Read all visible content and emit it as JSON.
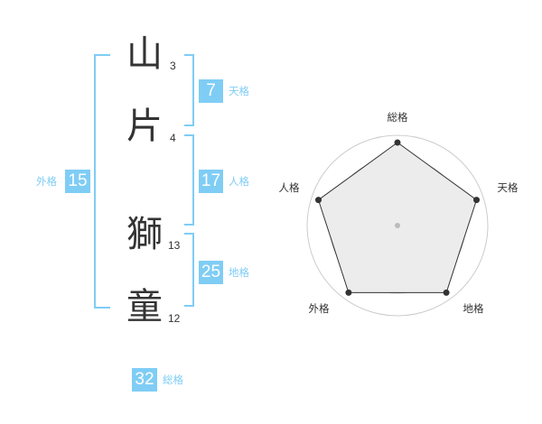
{
  "name_chars": [
    {
      "char": "山",
      "strokes": "3"
    },
    {
      "char": "片",
      "strokes": "4"
    },
    {
      "char": "獅",
      "strokes": "13"
    },
    {
      "char": "童",
      "strokes": "12"
    }
  ],
  "kaku": {
    "tenkaku": {
      "value": "7",
      "label": "天格"
    },
    "jinkaku": {
      "value": "17",
      "label": "人格"
    },
    "chikaku": {
      "value": "25",
      "label": "地格"
    },
    "gaikaku": {
      "value": "15",
      "label": "外格"
    },
    "soukaku": {
      "value": "32",
      "label": "総格"
    }
  },
  "colors": {
    "accent": "#7fcdf5",
    "text": "#333333",
    "radar_fill": "#ececec",
    "radar_rings": "#cccccc"
  },
  "radar": {
    "axes": [
      "総格",
      "天格",
      "地格",
      "外格",
      "人格"
    ],
    "values": [
      1.0,
      1.0,
      1.0,
      1.0,
      1.0
    ],
    "rings": 4
  }
}
